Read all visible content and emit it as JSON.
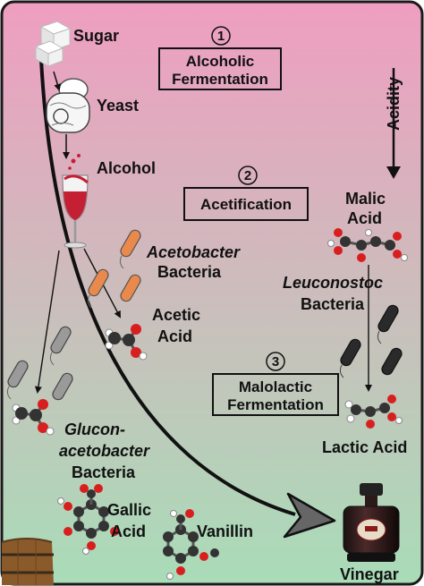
{
  "colors": {
    "bg_top": "#ef9ec0",
    "bg_bottom": "#a9dcb8",
    "border": "#1a1a1a",
    "wine": "#c51f34",
    "bacteria_orange": "#e98a4c",
    "bacteria_gray": "#9a9a9a",
    "bacteria_black": "#2a2a2a",
    "atom_carbon": "#333333",
    "atom_oxygen": "#d81f1f",
    "atom_hydrogen": "#ffffff"
  },
  "labels": {
    "sugar": "Sugar",
    "yeast": "Yeast",
    "alcohol": "Alcohol",
    "acetobacter": "Acetobacter",
    "acetobacter_b": "Bacteria",
    "acetic": "Acetic",
    "acetic_b": "Acid",
    "glucon": "Glucon-",
    "glucon_b": "acetobacter",
    "glucon_c": "Bacteria",
    "gallic": "Gallic",
    "gallic_b": "Acid",
    "vanillin": "Vanillin",
    "malic": "Malic",
    "malic_b": "Acid",
    "leuconostoc": "Leuconostoc",
    "leuconostoc_b": "Bacteria",
    "lactic": "Lactic Acid",
    "vinegar": "Vinegar",
    "acidity": "Acidity"
  },
  "steps": [
    {
      "num": "1",
      "line1": "Alcoholic",
      "line2": "Fermentation"
    },
    {
      "num": "2",
      "line1": "Acetification",
      "line2": ""
    },
    {
      "num": "3",
      "line1": "Malolactic",
      "line2": "Fermentation"
    }
  ]
}
